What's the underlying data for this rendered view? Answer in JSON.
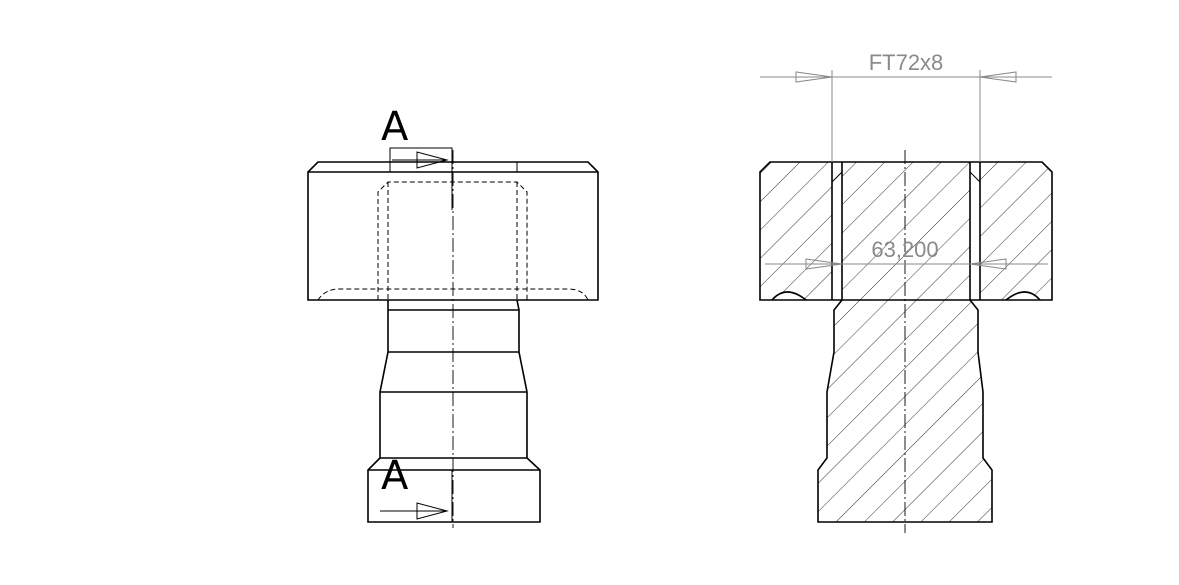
{
  "section_labels": {
    "top": "A",
    "bottom": "A"
  },
  "dimensions": {
    "thread": "FT72x8",
    "diameter": "63,200"
  }
}
